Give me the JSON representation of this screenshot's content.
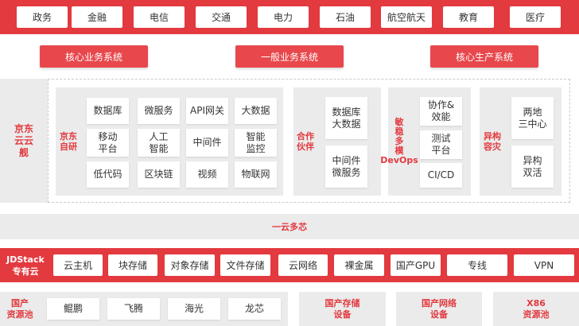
{
  "industries": [
    "政务",
    "金融",
    "电信",
    "交通",
    "电力",
    "石油",
    "航空航天",
    "教育",
    "医疗"
  ],
  "systems": [
    "核心业务系统",
    "一般业务系统",
    "核心生产系统"
  ],
  "jd_yunjian": {
    "label": "京东\n云云\n舰"
  },
  "jd_ziyan": {
    "label": "京东\n自研",
    "cells": [
      "数据库",
      "微服务",
      "API网关",
      "大数据",
      "移动\n平台",
      "人工\n智能",
      "中间件",
      "智能\n监控",
      "低代码",
      "区块链",
      "视频",
      "物联网"
    ]
  },
  "partners": {
    "label": "合作\n伙伴",
    "cells": [
      "数据库\n大数据",
      "中间件\n微服务"
    ]
  },
  "devops": {
    "label": "敏\n稳\n多\n模\nDevOps",
    "cells": [
      "协作&\n效能",
      "测试\n平台",
      "CI/CD"
    ]
  },
  "disaster": {
    "label": "异构\n容灾",
    "cells": [
      "两地\n三中心",
      "异构\n双活"
    ]
  },
  "multi_core": "一云多芯",
  "jdstack": {
    "label": "JDStack\n专有云",
    "items": [
      "云主机",
      "块存储",
      "对象存储",
      "文件存储",
      "云网络",
      "裸金属",
      "国产GPU",
      "专线",
      "VPN"
    ]
  },
  "pool": {
    "label": "国产\n资源池",
    "items": [
      "鲲鹏",
      "飞腾",
      "海光",
      "龙芯"
    ]
  },
  "storage_eq": "国产存储\n设备",
  "network_eq": "国产网络\n设备",
  "x86_pool": "X86\n资源池",
  "colors": {
    "brand_red": "#e23a3f",
    "gray": "#ebebeb"
  }
}
